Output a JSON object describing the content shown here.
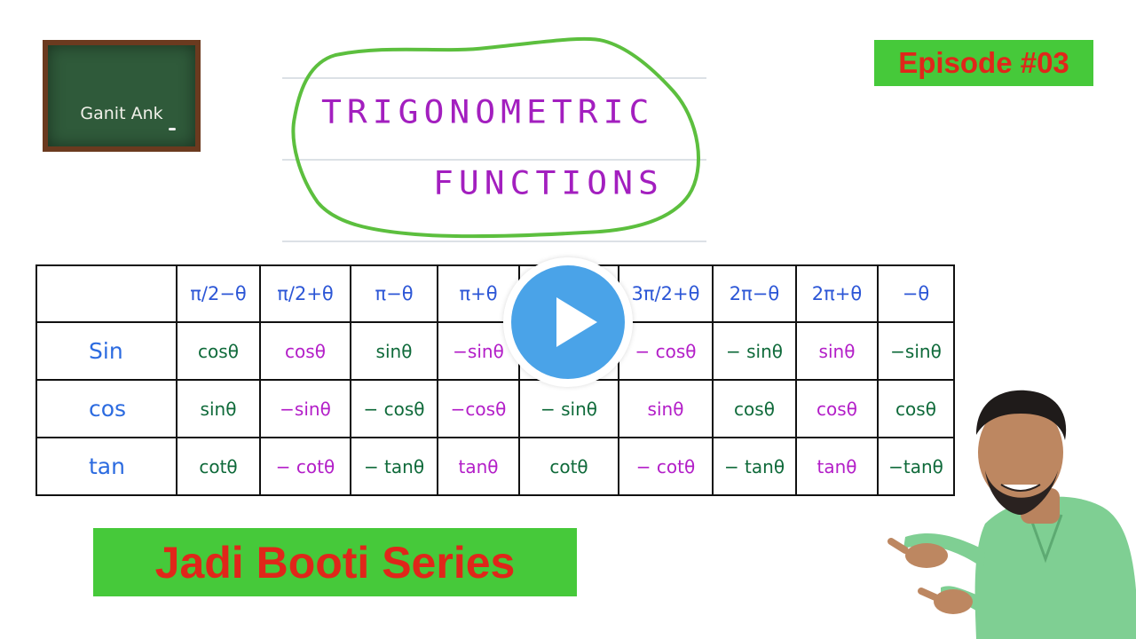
{
  "logo": {
    "text": "Ganit Ank"
  },
  "episode": {
    "label": "Episode #03"
  },
  "title": {
    "line1": "TRIGONOMETRIC",
    "line2": "FUNCTIONS"
  },
  "table": {
    "headers": [
      "",
      "π/2−θ",
      "π/2+θ",
      "π−θ",
      "π+θ",
      "",
      "3π/2+θ",
      "2π−θ",
      "2π+θ",
      "−θ"
    ],
    "rows": [
      {
        "label": "Sin",
        "cells": [
          "cosθ",
          "cosθ",
          "sinθ",
          "−sinθ",
          "",
          "− cosθ",
          "− sinθ",
          "sinθ",
          "−sinθ"
        ]
      },
      {
        "label": "cos",
        "cells": [
          "sinθ",
          "−sinθ",
          "− cosθ",
          "−cosθ",
          "− sinθ",
          "sinθ",
          "cosθ",
          "cosθ",
          "cosθ"
        ]
      },
      {
        "label": "tan",
        "cells": [
          "cotθ",
          "− cotθ",
          "− tanθ",
          "tanθ",
          "cotθ",
          "− cotθ",
          "− tanθ",
          "tanθ",
          "−tanθ"
        ]
      }
    ],
    "colors": {
      "green": "#0f6a3a",
      "purple": "#b31ec8",
      "blue": "#2c56d6"
    }
  },
  "play_button": {
    "icon": "play-icon",
    "color": "#4aa3e8"
  },
  "series": {
    "label": "Jadi Booti Series"
  },
  "colors": {
    "badge_bg": "#46c93a",
    "badge_text": "#e0261a",
    "cloud_outline": "#5cbf3e"
  }
}
